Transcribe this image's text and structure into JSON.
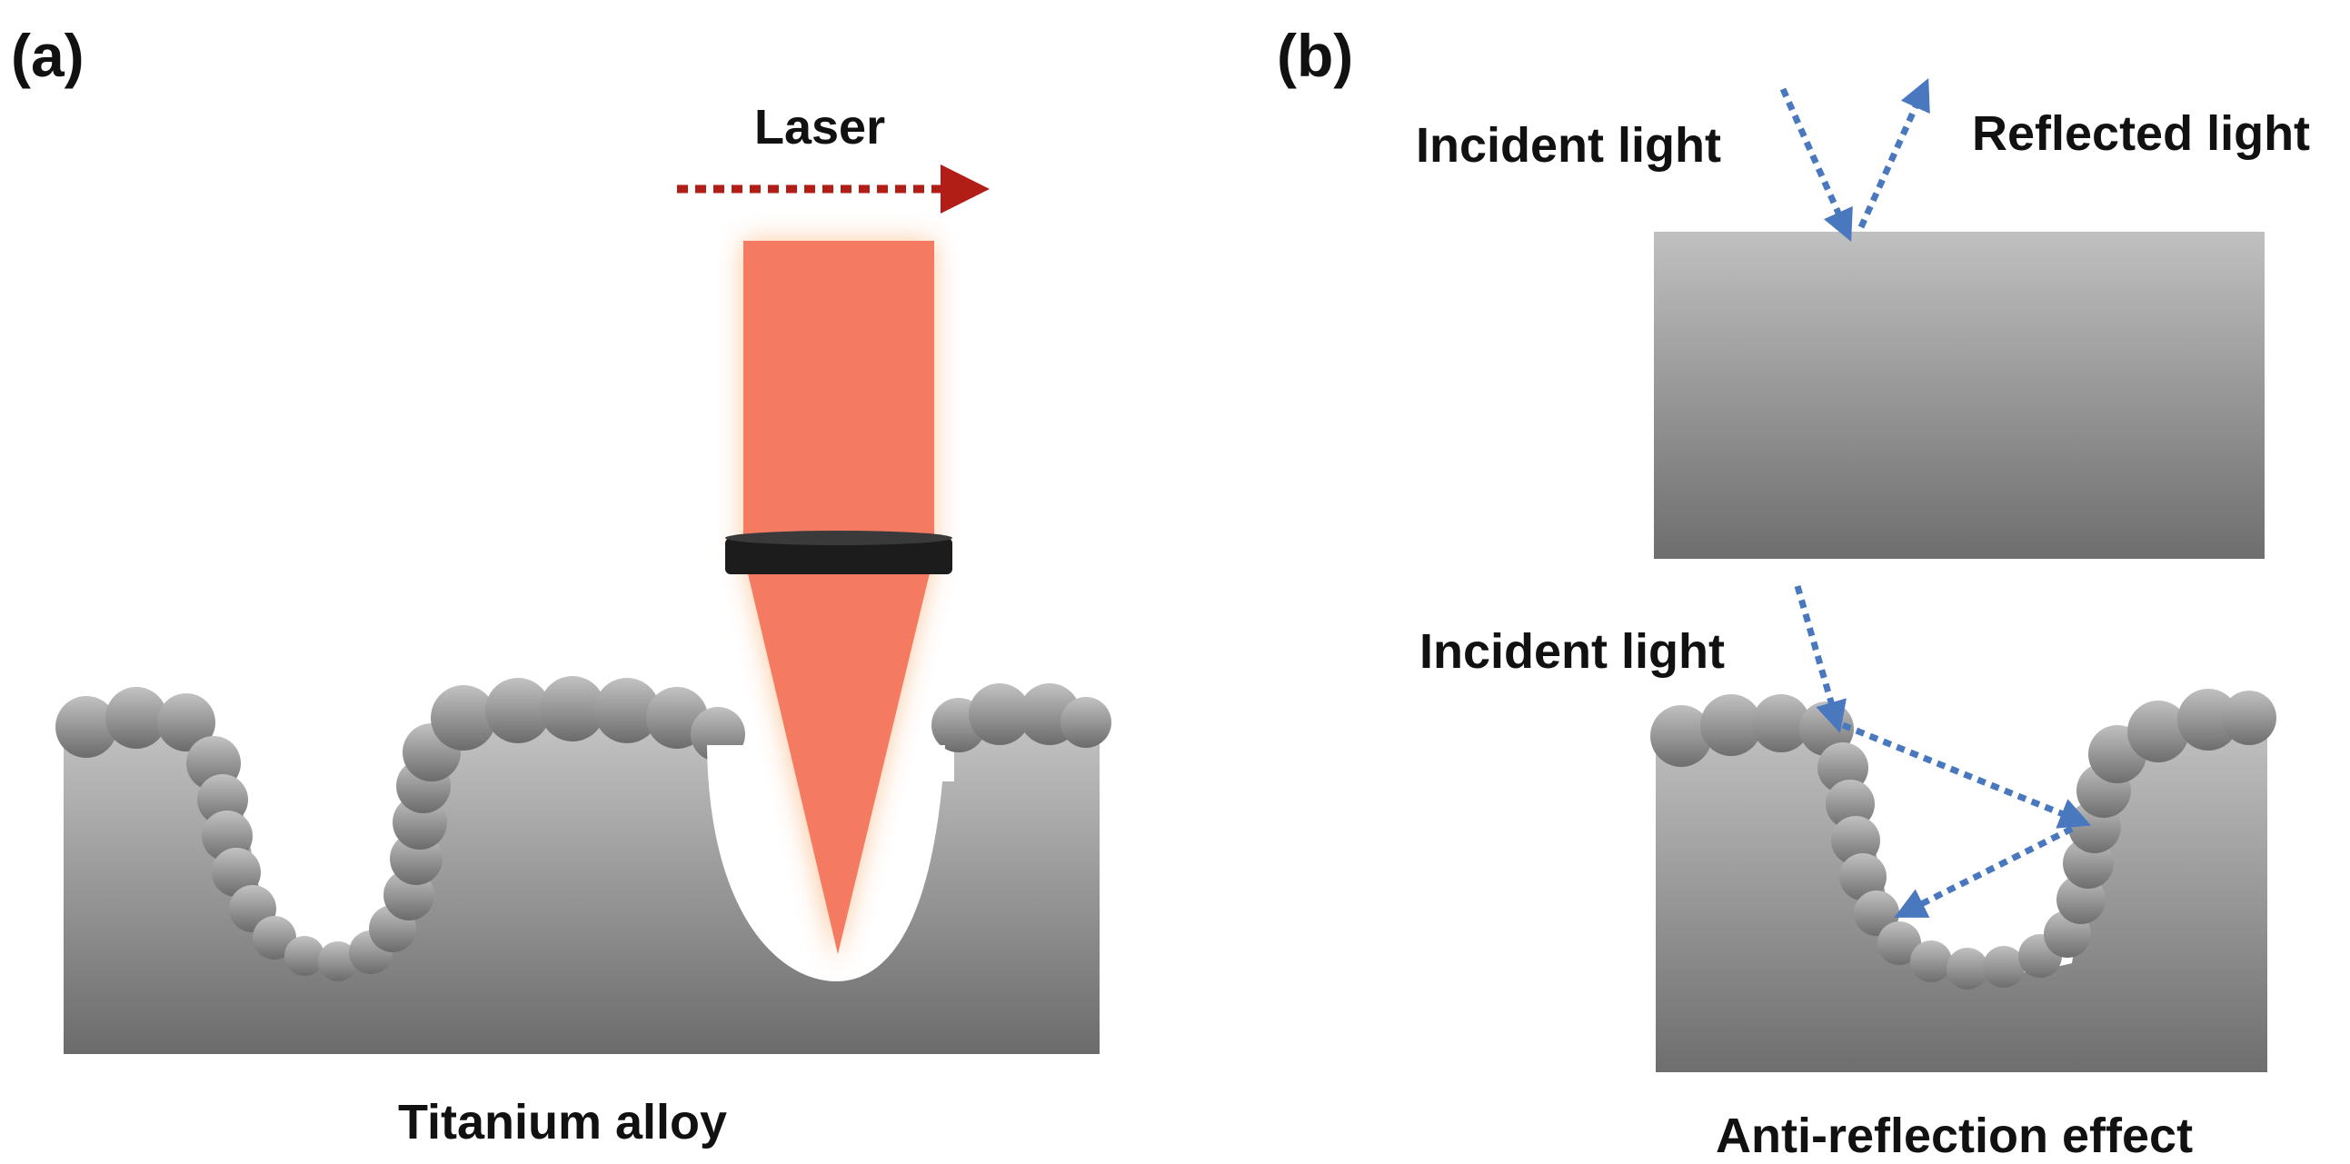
{
  "panels": {
    "a": {
      "label": "(a)",
      "laser_label": "Laser",
      "material_label": "Titanium alloy"
    },
    "b": {
      "label": "(b)",
      "incident_label_top": "Incident light",
      "reflected_label": "Reflected light",
      "incident_label_bottom": "Incident light",
      "effect_label": "Anti-reflection effect"
    }
  },
  "colors": {
    "laser_beam": "#f47a62",
    "laser_glow": "#fbc59a",
    "laser_arrow": "#b01e16",
    "lens": "#1c1c1c",
    "light_ray": "#4a78bf",
    "metal_top": "#bdbdbd",
    "metal_bottom": "#6f6f6f"
  }
}
